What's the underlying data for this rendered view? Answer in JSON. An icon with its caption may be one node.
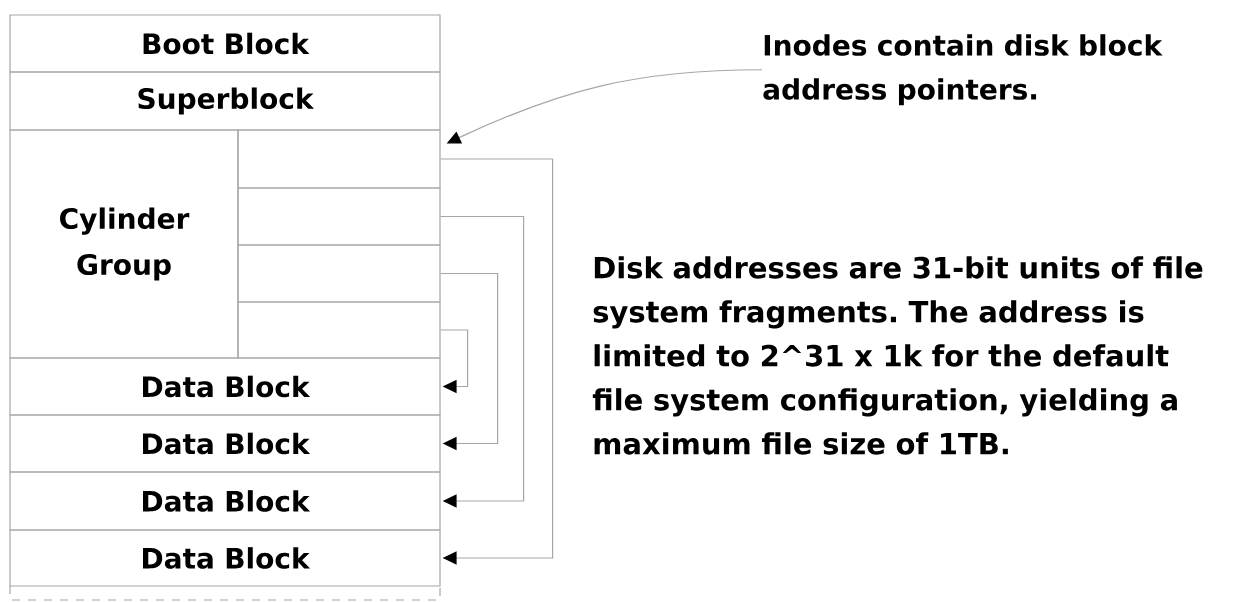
{
  "diagram": {
    "nodes": [
      {
        "text": [
          "Boot Block"
        ]
      },
      {
        "text": [
          "Superblock"
        ]
      },
      {
        "text": [
          "Cylinder Group"
        ]
      },
      {
        "text": [],
        "shape": "box"
      },
      {
        "text": [],
        "shape": "box"
      },
      {
        "text": [],
        "shape": "box"
      },
      {
        "text": [],
        "shape": "box"
      },
      {
        "text": [
          "Data Block"
        ]
      },
      {
        "text": [
          "Data Block"
        ]
      },
      {
        "text": [
          "Data Block"
        ]
      },
      {
        "text": [
          "Data Block"
        ]
      },
      {
        "text": [
          "Inodes contain disk block address pointers."
        ]
      }
    ],
    "edges": [
      {
        "from": 11,
        "to": 3,
        "arrow": "to"
      },
      {
        "from": 3,
        "to": 10,
        "arrow": "to"
      },
      {
        "from": 4,
        "to": 9,
        "arrow": "to"
      },
      {
        "from": 5,
        "to": 8,
        "arrow": "to"
      },
      {
        "from": 6,
        "to": 7,
        "arrow": "to"
      }
    ],
    "labels": [
      "Disk addresses are 31-bit units of file system fragments. The address is limited to 2^31 x 1k for the default file system configuration, yielding a maximum file size of 1TB."
    ]
  }
}
